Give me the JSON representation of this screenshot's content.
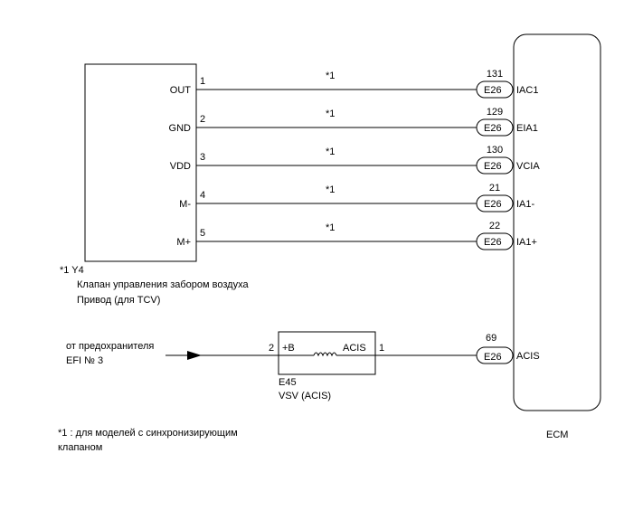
{
  "actuator": {
    "ref": "*1 Y4",
    "name_line1": "Клапан управления забором воздуха",
    "name_line2": "Привод (для TCV)",
    "pins": [
      {
        "label": "OUT",
        "num": "1",
        "note": "*1",
        "ecm_pin": "131",
        "connector": "E26",
        "ecm_label": "IAC1"
      },
      {
        "label": "GND",
        "num": "2",
        "note": "*1",
        "ecm_pin": "129",
        "connector": "E26",
        "ecm_label": "EIA1"
      },
      {
        "label": "VDD",
        "num": "3",
        "note": "*1",
        "ecm_pin": "130",
        "connector": "E26",
        "ecm_label": "VCIA"
      },
      {
        "label": "M-",
        "num": "4",
        "note": "*1",
        "ecm_pin": "21",
        "connector": "E26",
        "ecm_label": "IA1-"
      },
      {
        "label": "M+",
        "num": "5",
        "note": "*1",
        "ecm_pin": "22",
        "connector": "E26",
        "ecm_label": "IA1+"
      }
    ]
  },
  "vsv": {
    "source_line1": "от предохранителя",
    "source_line2": "EFI № 3",
    "pin_in": "2",
    "in_label": "+B",
    "out_label": "ACIS",
    "pin_out": "1",
    "ref": "E45",
    "name": "VSV (ACIS)",
    "ecm_pin": "69",
    "connector": "E26",
    "ecm_label": "ACIS"
  },
  "ecm": {
    "label": "ECM"
  },
  "footnote": {
    "line1": "*1 : для моделей с синхронизирующим",
    "line2": "клапаном"
  }
}
